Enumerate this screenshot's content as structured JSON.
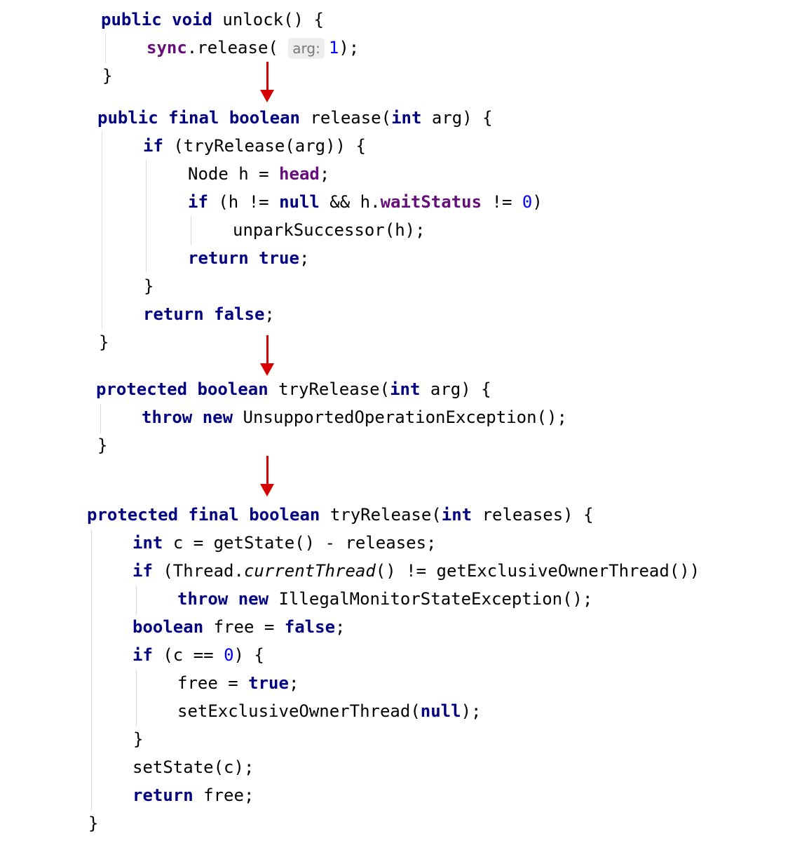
{
  "colors": {
    "keyword": "#000080",
    "field": "#660e7a",
    "number": "#0000ff",
    "arrow": "#d40000",
    "guide": "#d9d9d9"
  },
  "unlock": {
    "sig": {
      "k1": "public",
      "k2": "void",
      "name": "unlock() {"
    },
    "body": {
      "field": "sync",
      "call": ".release(",
      "hint": "arg:",
      "num": "1",
      "end": ");"
    },
    "close": "}"
  },
  "release": {
    "sig": {
      "k1": "public",
      "k2": "final",
      "k3": "boolean",
      "name": "release(",
      "k4": "int",
      "rest": "arg) {"
    },
    "l1": {
      "kw": "if",
      "rest": "(tryRelease(arg)) {"
    },
    "l2": {
      "pre": "Node h = ",
      "field": "head",
      "post": ";"
    },
    "l3": {
      "kw": "if",
      "mid": "(h != ",
      "null": "null",
      "and": " && h.",
      "field": "waitStatus",
      "ne": " != ",
      "num": "0",
      "end": ")"
    },
    "l4": "unparkSuccessor(h);",
    "l5": {
      "kw": "return",
      "val": "true",
      "end": ";"
    },
    "l6": "}",
    "l7": {
      "kw": "return",
      "val": "false",
      "end": ";"
    },
    "close": "}"
  },
  "try_release_abstract": {
    "sig": {
      "k1": "protected",
      "k2": "boolean",
      "name": "tryRelease(",
      "k3": "int",
      "rest": "arg) {"
    },
    "l1": {
      "kw1": "throw",
      "kw2": "new",
      "rest": "UnsupportedOperationException();"
    },
    "close": "}"
  },
  "try_release_impl": {
    "sig": {
      "k1": "protected",
      "k2": "final",
      "k3": "boolean",
      "name": "tryRelease(",
      "k4": "int",
      "rest": "releases) {"
    },
    "l1": {
      "kw": "int",
      "rest": "c = getState() - releases;"
    },
    "l2": {
      "kw": "if",
      "a": "(Thread.",
      "italic": "currentThread",
      "b": "() != getExclusiveOwnerThread())"
    },
    "l3": {
      "kw1": "throw",
      "kw2": "new",
      "rest": "IllegalMonitorStateException();"
    },
    "l4": {
      "kw": "boolean",
      "mid": "free = ",
      "val": "false",
      "end": ";"
    },
    "l5": {
      "kw": "if",
      "a": "(c == ",
      "num": "0",
      "b": ") {"
    },
    "l6": {
      "pre": "free = ",
      "val": "true",
      "end": ";"
    },
    "l7": {
      "pre": "setExclusiveOwnerThread(",
      "val": "null",
      "end": ");"
    },
    "l8": "}",
    "l9": "setState(c);",
    "l10": {
      "kw": "return",
      "rest": "free;"
    },
    "close": "}"
  }
}
